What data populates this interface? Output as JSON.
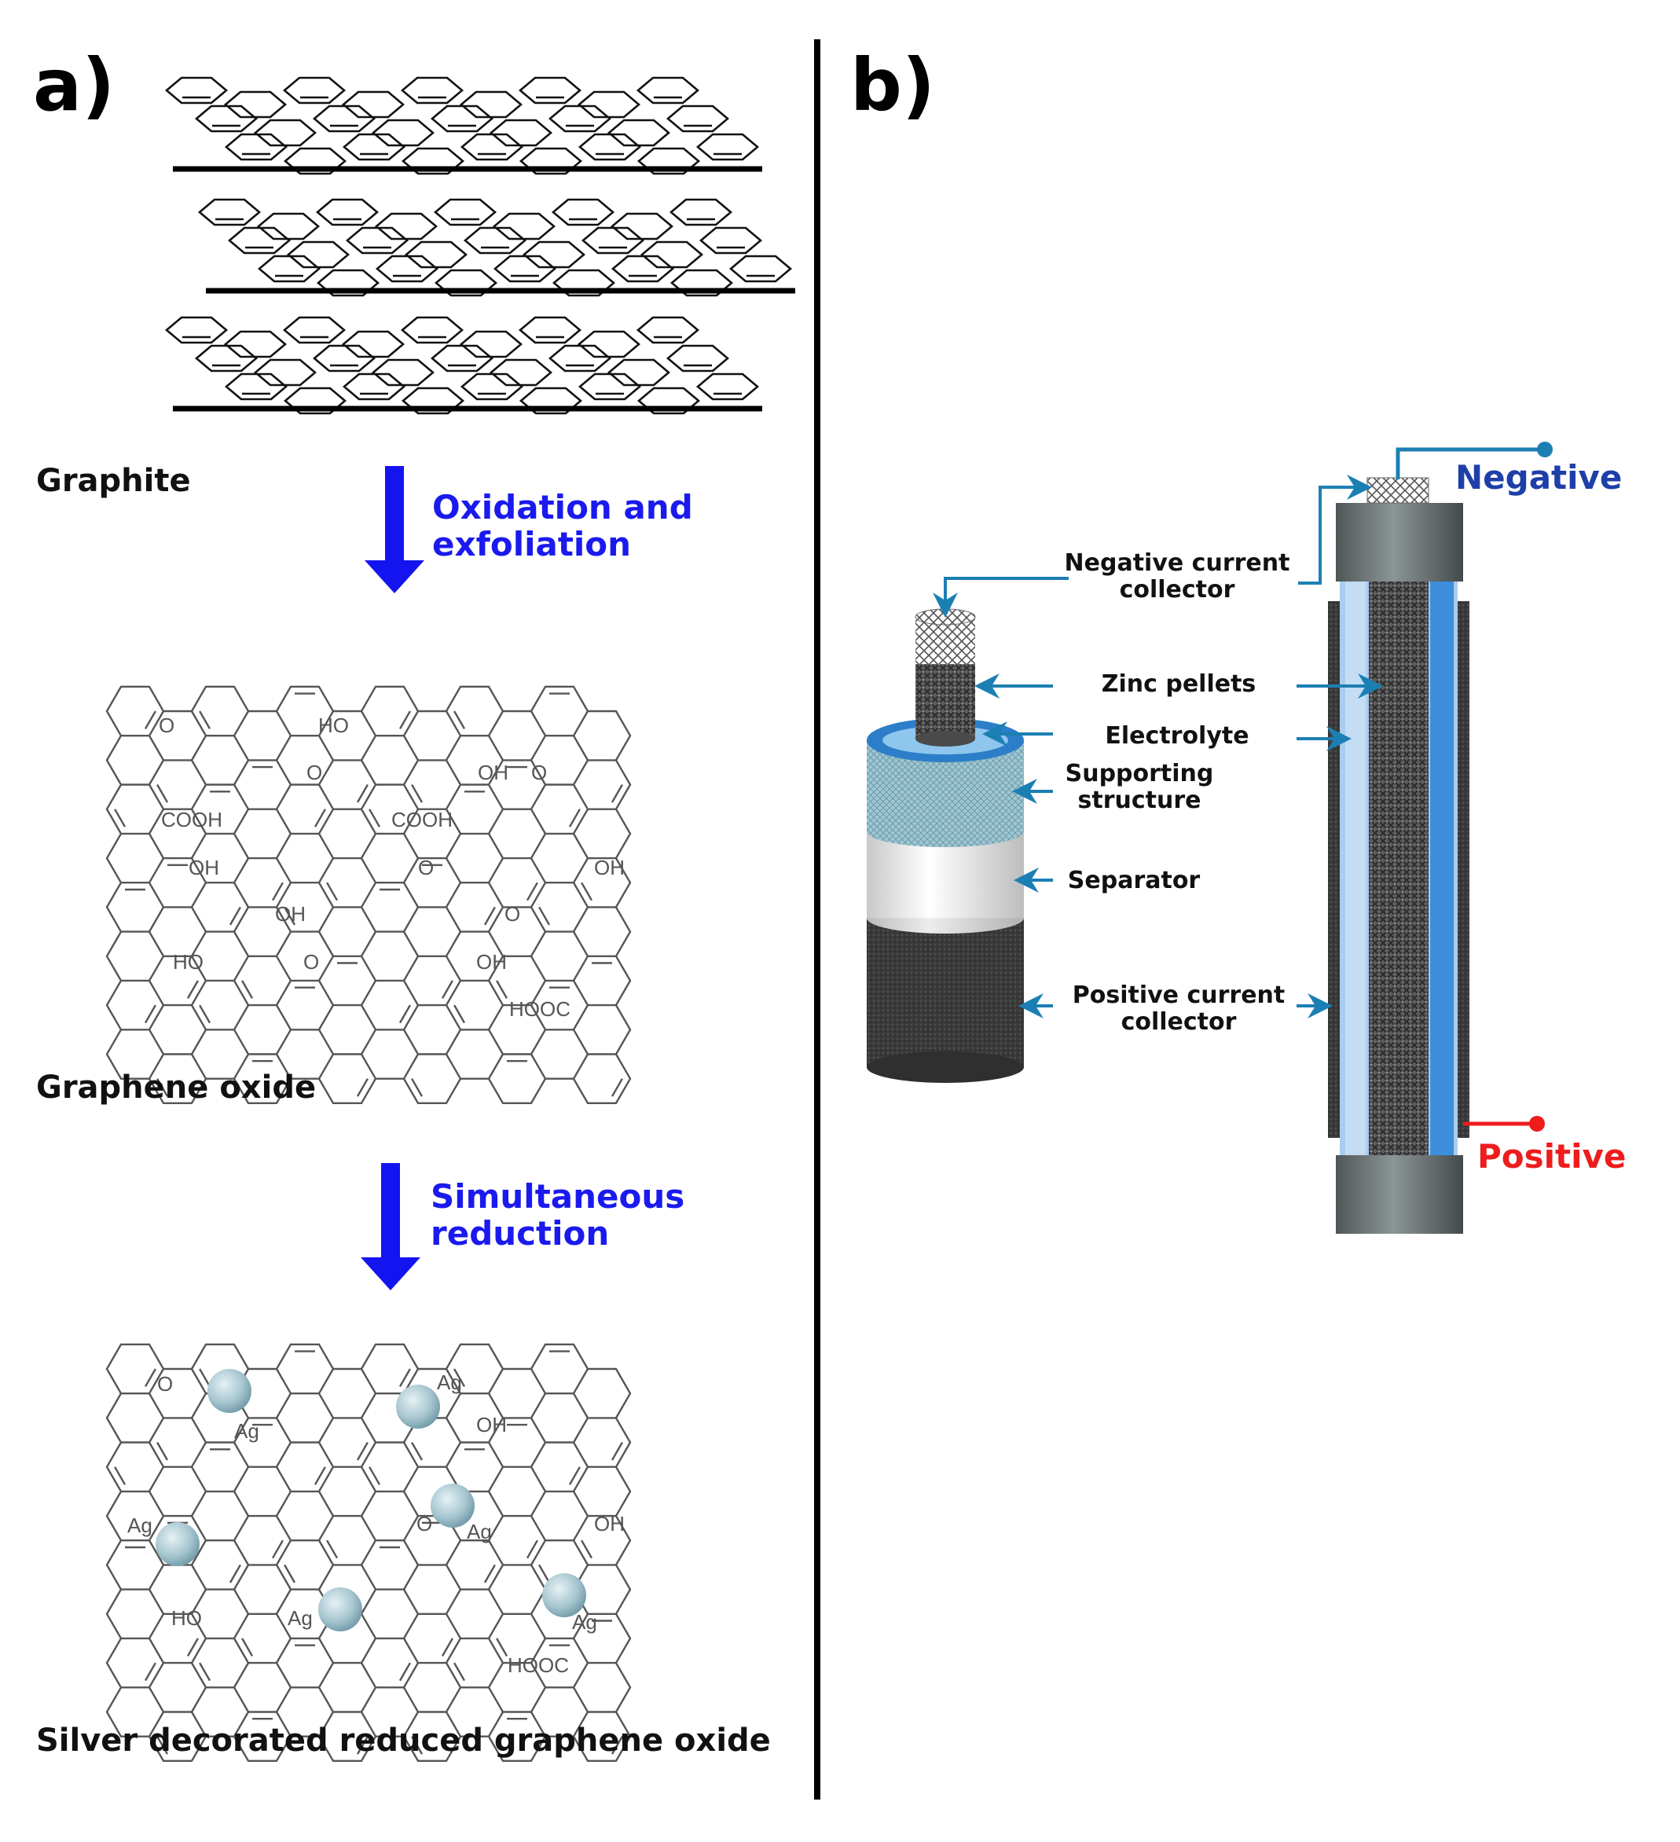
{
  "panel_a": {
    "label": "a)",
    "graphite_caption": "Graphite",
    "step1": {
      "line1": "Oxidation and",
      "line2": "exfoliation",
      "color": "#1a1aee"
    },
    "go_caption": "Graphene oxide",
    "go_groups": {
      "o1": "O",
      "ho1": "HO",
      "o2": "O",
      "oh1": "OH",
      "o3": "O",
      "cooh1": "COOH",
      "cooh2": "COOH",
      "oh2": "OH",
      "o4": "O",
      "oh3": "OH",
      "oh4": "OH",
      "o5": "O",
      "ho2": "HO",
      "o6": "O",
      "oh5": "OH",
      "hooc": "HOOC"
    },
    "step2": {
      "line1": "Simultaneous",
      "line2": "reduction",
      "color": "#1a1aee"
    },
    "rgo_caption": "Silver decorated reduced graphene oxide",
    "rgo_groups": {
      "o1": "O",
      "ag1": "Ag",
      "ag2": "Ag",
      "oh1": "OH",
      "ag3": "Ag",
      "o2": "O",
      "ag4": "Ag",
      "oh2": "OH",
      "ho1": "HO",
      "ag5": "Ag",
      "ag6": "Ag",
      "hooc": "HOOC"
    }
  },
  "panel_b": {
    "label": "b)",
    "parts": {
      "neg_collector_1": "Negative current",
      "neg_collector_2": "collector",
      "zinc": "Zinc pellets",
      "electrolyte": "Electrolyte",
      "support_1": "Supporting",
      "support_2": "structure",
      "separator": "Separator",
      "pos_collector_1": "Positive current",
      "pos_collector_2": "collector"
    },
    "terminals": {
      "negative": "Negative",
      "positive": "Positive"
    },
    "colors": {
      "arrow": "#1c7fb3",
      "negative": "#1f3fa8",
      "positive": "#ee1c1c",
      "process_arrow": "#1414f0"
    }
  }
}
